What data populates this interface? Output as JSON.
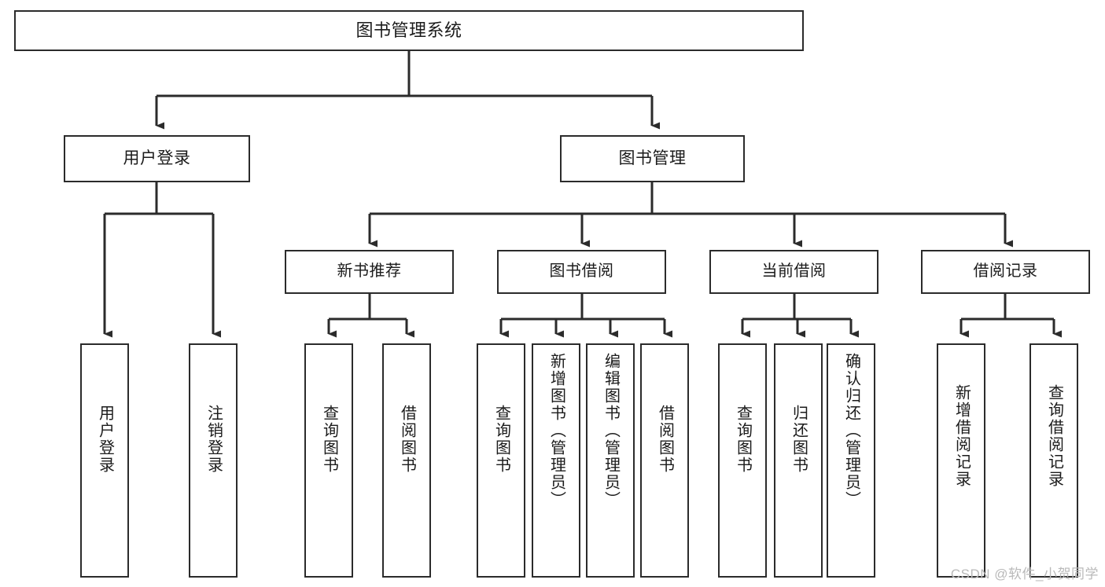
{
  "diagram": {
    "type": "tree",
    "title": "图书管理系统",
    "orientation": "top-down",
    "watermark": "CSDN @软件_小贺同学",
    "colors": {
      "background": "#ffffff",
      "node_border": "#2b2b2b",
      "node_fill": "#ffffff",
      "edge": "#2b2b2b",
      "text": "#1b1b1b",
      "watermark": "#b9b9b9"
    },
    "root": {
      "id": "root",
      "label": "图书管理系统"
    },
    "tier1": [
      {
        "id": "user-login",
        "label": "用户登录"
      },
      {
        "id": "book-management",
        "label": "图书管理"
      }
    ],
    "tier2": [
      {
        "id": "new-book-recommend",
        "label": "新书推荐",
        "parent": "book-management"
      },
      {
        "id": "book-borrow",
        "label": "图书借阅",
        "parent": "book-management"
      },
      {
        "id": "current-borrow",
        "label": "当前借阅",
        "parent": "book-management"
      },
      {
        "id": "borrow-record",
        "label": "借阅记录",
        "parent": "book-management"
      }
    ],
    "leaves": [
      {
        "id": "leaf-user-login",
        "label": "用户登录",
        "parent": "user-login"
      },
      {
        "id": "leaf-logout-login",
        "label": "注销登录",
        "parent": "user-login"
      },
      {
        "id": "leaf-query-book-1",
        "label": "查询图书",
        "parent": "new-book-recommend"
      },
      {
        "id": "leaf-borrow-book-1",
        "label": "借阅图书",
        "parent": "new-book-recommend"
      },
      {
        "id": "leaf-query-book-2",
        "label": "查询图书",
        "parent": "book-borrow"
      },
      {
        "id": "leaf-add-book",
        "label": "新增图书（管理员）",
        "parent": "book-borrow"
      },
      {
        "id": "leaf-edit-book",
        "label": "编辑图书（管理员）",
        "parent": "book-borrow"
      },
      {
        "id": "leaf-borrow-book-2",
        "label": "借阅图书",
        "parent": "book-borrow"
      },
      {
        "id": "leaf-query-book-3",
        "label": "查询图书",
        "parent": "current-borrow"
      },
      {
        "id": "leaf-return-book",
        "label": "归还图书",
        "parent": "current-borrow"
      },
      {
        "id": "leaf-confirm-return",
        "label": "确认归还（管理员）",
        "parent": "current-borrow"
      },
      {
        "id": "leaf-add-record",
        "label": "新增借阅记录",
        "parent": "borrow-record"
      },
      {
        "id": "leaf-query-record",
        "label": "查询借阅记录",
        "parent": "borrow-record"
      }
    ]
  }
}
